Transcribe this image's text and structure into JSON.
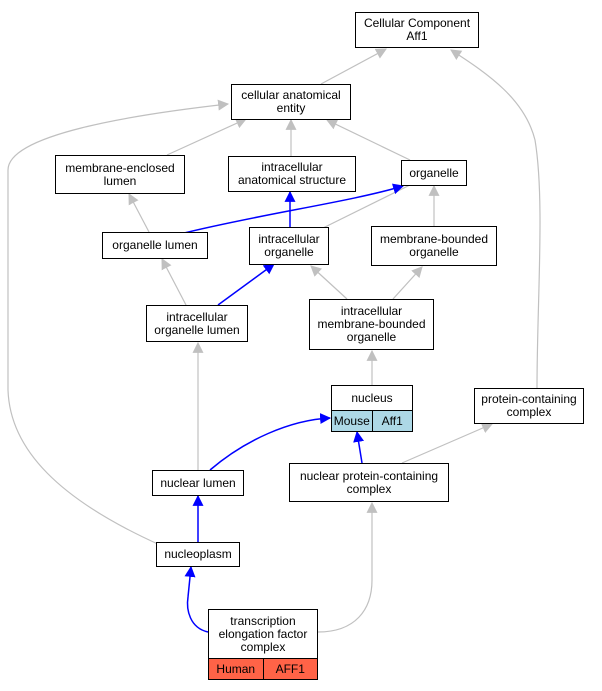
{
  "nodes": {
    "cc_root": "Cellular Component\nAff1",
    "cae": "cellular anatomical\nentity",
    "mel": "membrane-enclosed\nlumen",
    "ias": "intracellular\nanatomical structure",
    "organelle": "organelle",
    "organelle_lumen": "organelle lumen",
    "intra_org": "intracellular\norganelle",
    "mbo": "membrane-bounded\norganelle",
    "iol": "intracellular\norganelle lumen",
    "imbo": "intracellular\nmembrane-bounded\norganelle",
    "pcc": "protein-containing\ncomplex",
    "nuclear_lumen": "nuclear lumen",
    "npcc": "nuclear protein-containing\ncomplex",
    "nucleoplasm": "nucleoplasm",
    "nucleus": {
      "label": "nucleus",
      "species": "Mouse",
      "gene": "Aff1"
    },
    "tefc": {
      "label": "transcription\nelongation factor\ncomplex",
      "species": "Human",
      "gene": "AFF1"
    }
  },
  "colors": {
    "edge_gray": "#c0c0c0",
    "edge_blue": "#0000ff",
    "mouse_fill": "#add8e6",
    "human_fill": "#ff6347"
  }
}
